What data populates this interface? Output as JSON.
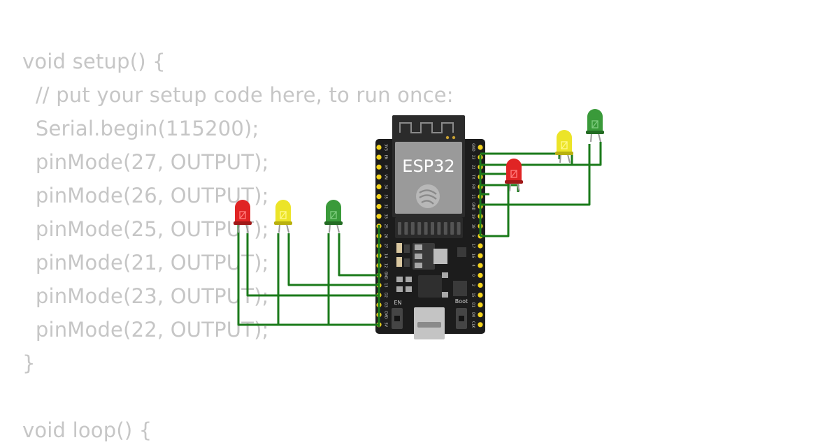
{
  "code_lines": [
    "void setup() {",
    "  // put your setup code here, to run once:",
    "  Serial.begin(115200);",
    "  pinMode(27, OUTPUT);",
    "  pinMode(26, OUTPUT);",
    "  pinMode(25, OUTPUT);",
    "  pinMode(21, OUTPUT);",
    "  pinMode(23, OUTPUT);",
    "  pinMode(22, OUTPUT);",
    "}",
    "",
    "void loop() {"
  ],
  "board": {
    "label": "ESP32",
    "en_label": "EN",
    "boot_label": "Boot",
    "left_pins": [
      "3V3",
      "EN",
      "VP",
      "VN",
      "34",
      "35",
      "32",
      "33",
      "25",
      "26",
      "27",
      "14",
      "12",
      "GND",
      "13",
      "D2",
      "D3",
      "CMD",
      "5V"
    ],
    "right_pins": [
      "GND",
      "23",
      "22",
      "TX",
      "RX",
      "21",
      "GND",
      "19",
      "18",
      "5",
      "17",
      "16",
      "4",
      "0",
      "2",
      "15",
      "D1",
      "D0",
      "CLK"
    ]
  },
  "colors": {
    "wire": "#1a7a1a",
    "board": "#1c1c1c",
    "pin_pad": "#f2d21e",
    "led_red": "#e02424",
    "led_yellow": "#ece428",
    "led_green": "#3a9a3a",
    "code_text": "#c6c6c6"
  },
  "leds": [
    {
      "name": "red",
      "color": "red"
    },
    {
      "name": "yellow",
      "color": "yellow"
    },
    {
      "name": "green",
      "color": "green"
    },
    {
      "name": "red",
      "color": "red"
    },
    {
      "name": "yellow",
      "color": "yellow"
    },
    {
      "name": "green",
      "color": "green"
    }
  ]
}
